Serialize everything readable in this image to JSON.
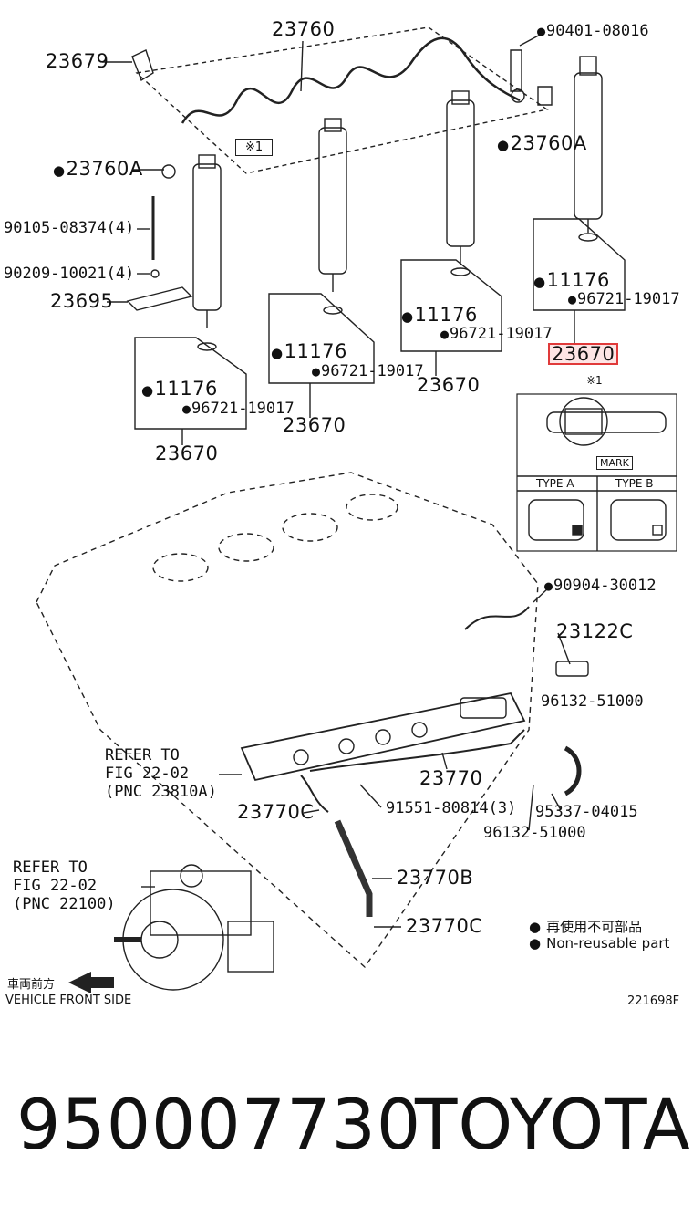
{
  "labels": {
    "l23760": "23760",
    "l23679": "23679",
    "l90401": "90401-08016",
    "l23760A_left": "23760A",
    "l23760A_right": "23760A",
    "l90105": "90105-08374(4)",
    "l90209": "90209-10021(4)",
    "l23695": "23695",
    "l11176_a": "11176",
    "l96721_a": "96721-19017",
    "l23670_a": "23670",
    "l11176_b": "11176",
    "l96721_b": "96721-19017",
    "l23670_b": "23670",
    "l11176_c": "11176",
    "l96721_c": "96721-19017",
    "l23670_c": "23670",
    "l11176_d": "11176",
    "l96721_d": "96721-19017",
    "l23670_d": "23670",
    "note_ref": "※1",
    "note_ref_box": "※1",
    "mark": "MARK",
    "type_a": "TYPE A",
    "type_b": "TYPE B",
    "l90904": "90904-30012",
    "l23122C": "23122C",
    "l96132_top": "96132-51000",
    "refer_rail_1": "REFER TO",
    "refer_rail_2": "FIG 22-02",
    "refer_rail_3": "(PNC 23810A)",
    "l23770": "23770",
    "l23770C_left": "23770C",
    "l91551": "91551-80814(3)",
    "l95337": "95337-04015",
    "l96132_bottom": "96132-51000",
    "refer_pump_1": "REFER TO",
    "refer_pump_2": "FIG 22-02",
    "refer_pump_3": "(PNC 22100)",
    "l23770B": "23770B",
    "l23770C_bottom": "23770C",
    "legend_jp": "再使用不可部品",
    "legend_en": "Non-reusable part",
    "front_jp": "車両前方",
    "front_en": "VEHICLE FRONT SIDE",
    "fig_code": "221698F"
  },
  "footer": {
    "part_number": "950007730",
    "brand": "TOYOTA"
  },
  "colors": {
    "highlight_border": "#e03a3a",
    "highlight_fill": "#fde4e4",
    "ink": "#111111"
  }
}
